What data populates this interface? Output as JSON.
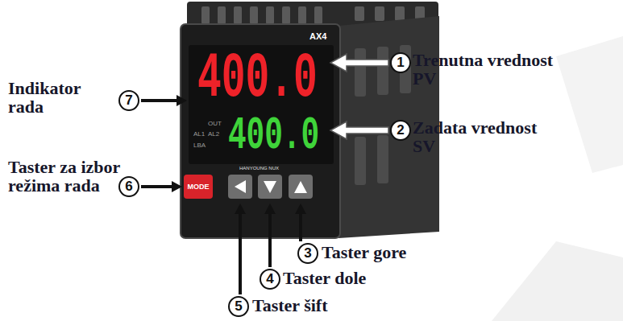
{
  "diagram": {
    "nodes": [
      {
        "text": [
          "MODE"
        ]
      }
    ],
    "labels": [
      "400.0",
      "400.0",
      "AX4",
      "OUT",
      "AL1",
      "AL2",
      "LBA",
      "HANYOUNG NUX",
      "1",
      "Trenutna vrednost PV",
      "2",
      "Zadata vrednost SV",
      "3",
      "Taster gore",
      "4",
      "Taster dole",
      "5",
      "Taster šift",
      "6",
      "Taster za izbor režima rada",
      "7",
      "Indikator rada"
    ]
  }
}
